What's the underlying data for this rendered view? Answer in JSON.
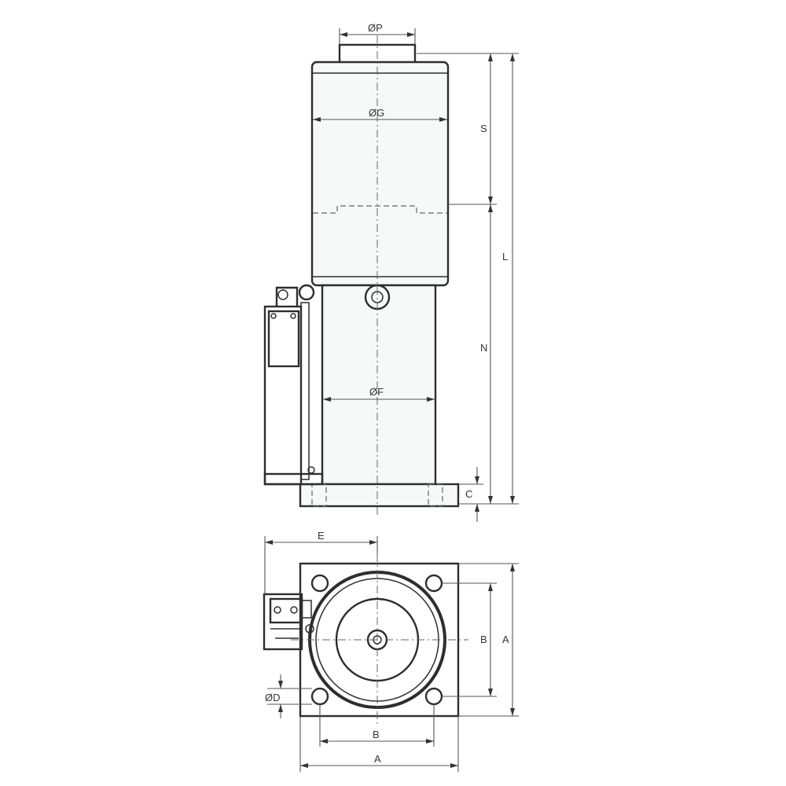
{
  "labels": {
    "dia_p": "ØP",
    "dia_g": "ØG",
    "dia_f": "ØF",
    "s": "S",
    "l": "L",
    "n": "N",
    "c": "C",
    "e": "E",
    "b_vertical": "B",
    "a_vertical": "A",
    "dia_d": "ØD",
    "b_horizontal": "B",
    "a_horizontal": "A"
  }
}
